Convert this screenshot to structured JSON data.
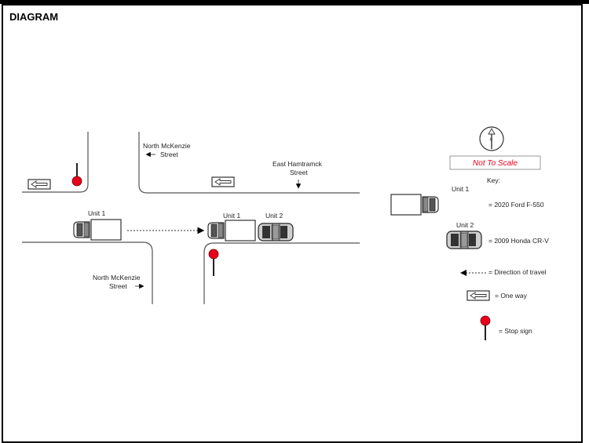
{
  "header": {
    "title": "DIAGRAM"
  },
  "streets": {
    "mckenzie_top": [
      "North McKenzie",
      "Street"
    ],
    "hamtramck": [
      "East Hamtramck",
      "Street"
    ],
    "mckenzie_bottom": [
      "North McKenzie",
      "Street"
    ]
  },
  "vehicles": {
    "unit1_label": "Unit 1",
    "unit2_label": "Unit 2"
  },
  "compass": {
    "north": "N"
  },
  "scale_note": "Not To Scale",
  "key": {
    "title": "Key:",
    "unit1_label": "Unit 1",
    "unit1_desc": "= 2020 Ford F-550",
    "unit2_label": "Unit 2",
    "unit2_desc": "= 2009 Honda CR-V",
    "direction_desc": "= Direction of travel",
    "oneway_desc": "= One way",
    "stop_desc": "= Stop sign"
  },
  "colors": {
    "stop_sign": "#e8001c",
    "scale_text": "#e8001c",
    "road_line": "#555555"
  }
}
